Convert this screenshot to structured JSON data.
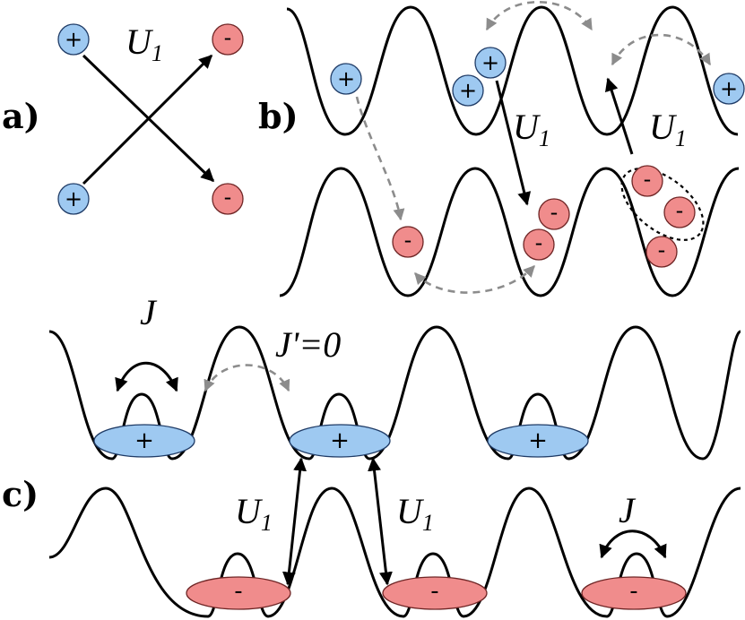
{
  "panel_labels": {
    "a": "a)",
    "b": "b)",
    "c": "c)"
  },
  "couplings": {
    "interaction": "U",
    "interaction_subscript": "1",
    "tunneling": "J",
    "inter_tunneling": "J'=0"
  },
  "charges": {
    "positive": "+",
    "negative": "-"
  },
  "colors": {
    "positive_fill": "#9ec9f1",
    "negative_fill": "#f08c8c",
    "dashed_arrow": "#8c8c8c",
    "line": "#000000"
  }
}
